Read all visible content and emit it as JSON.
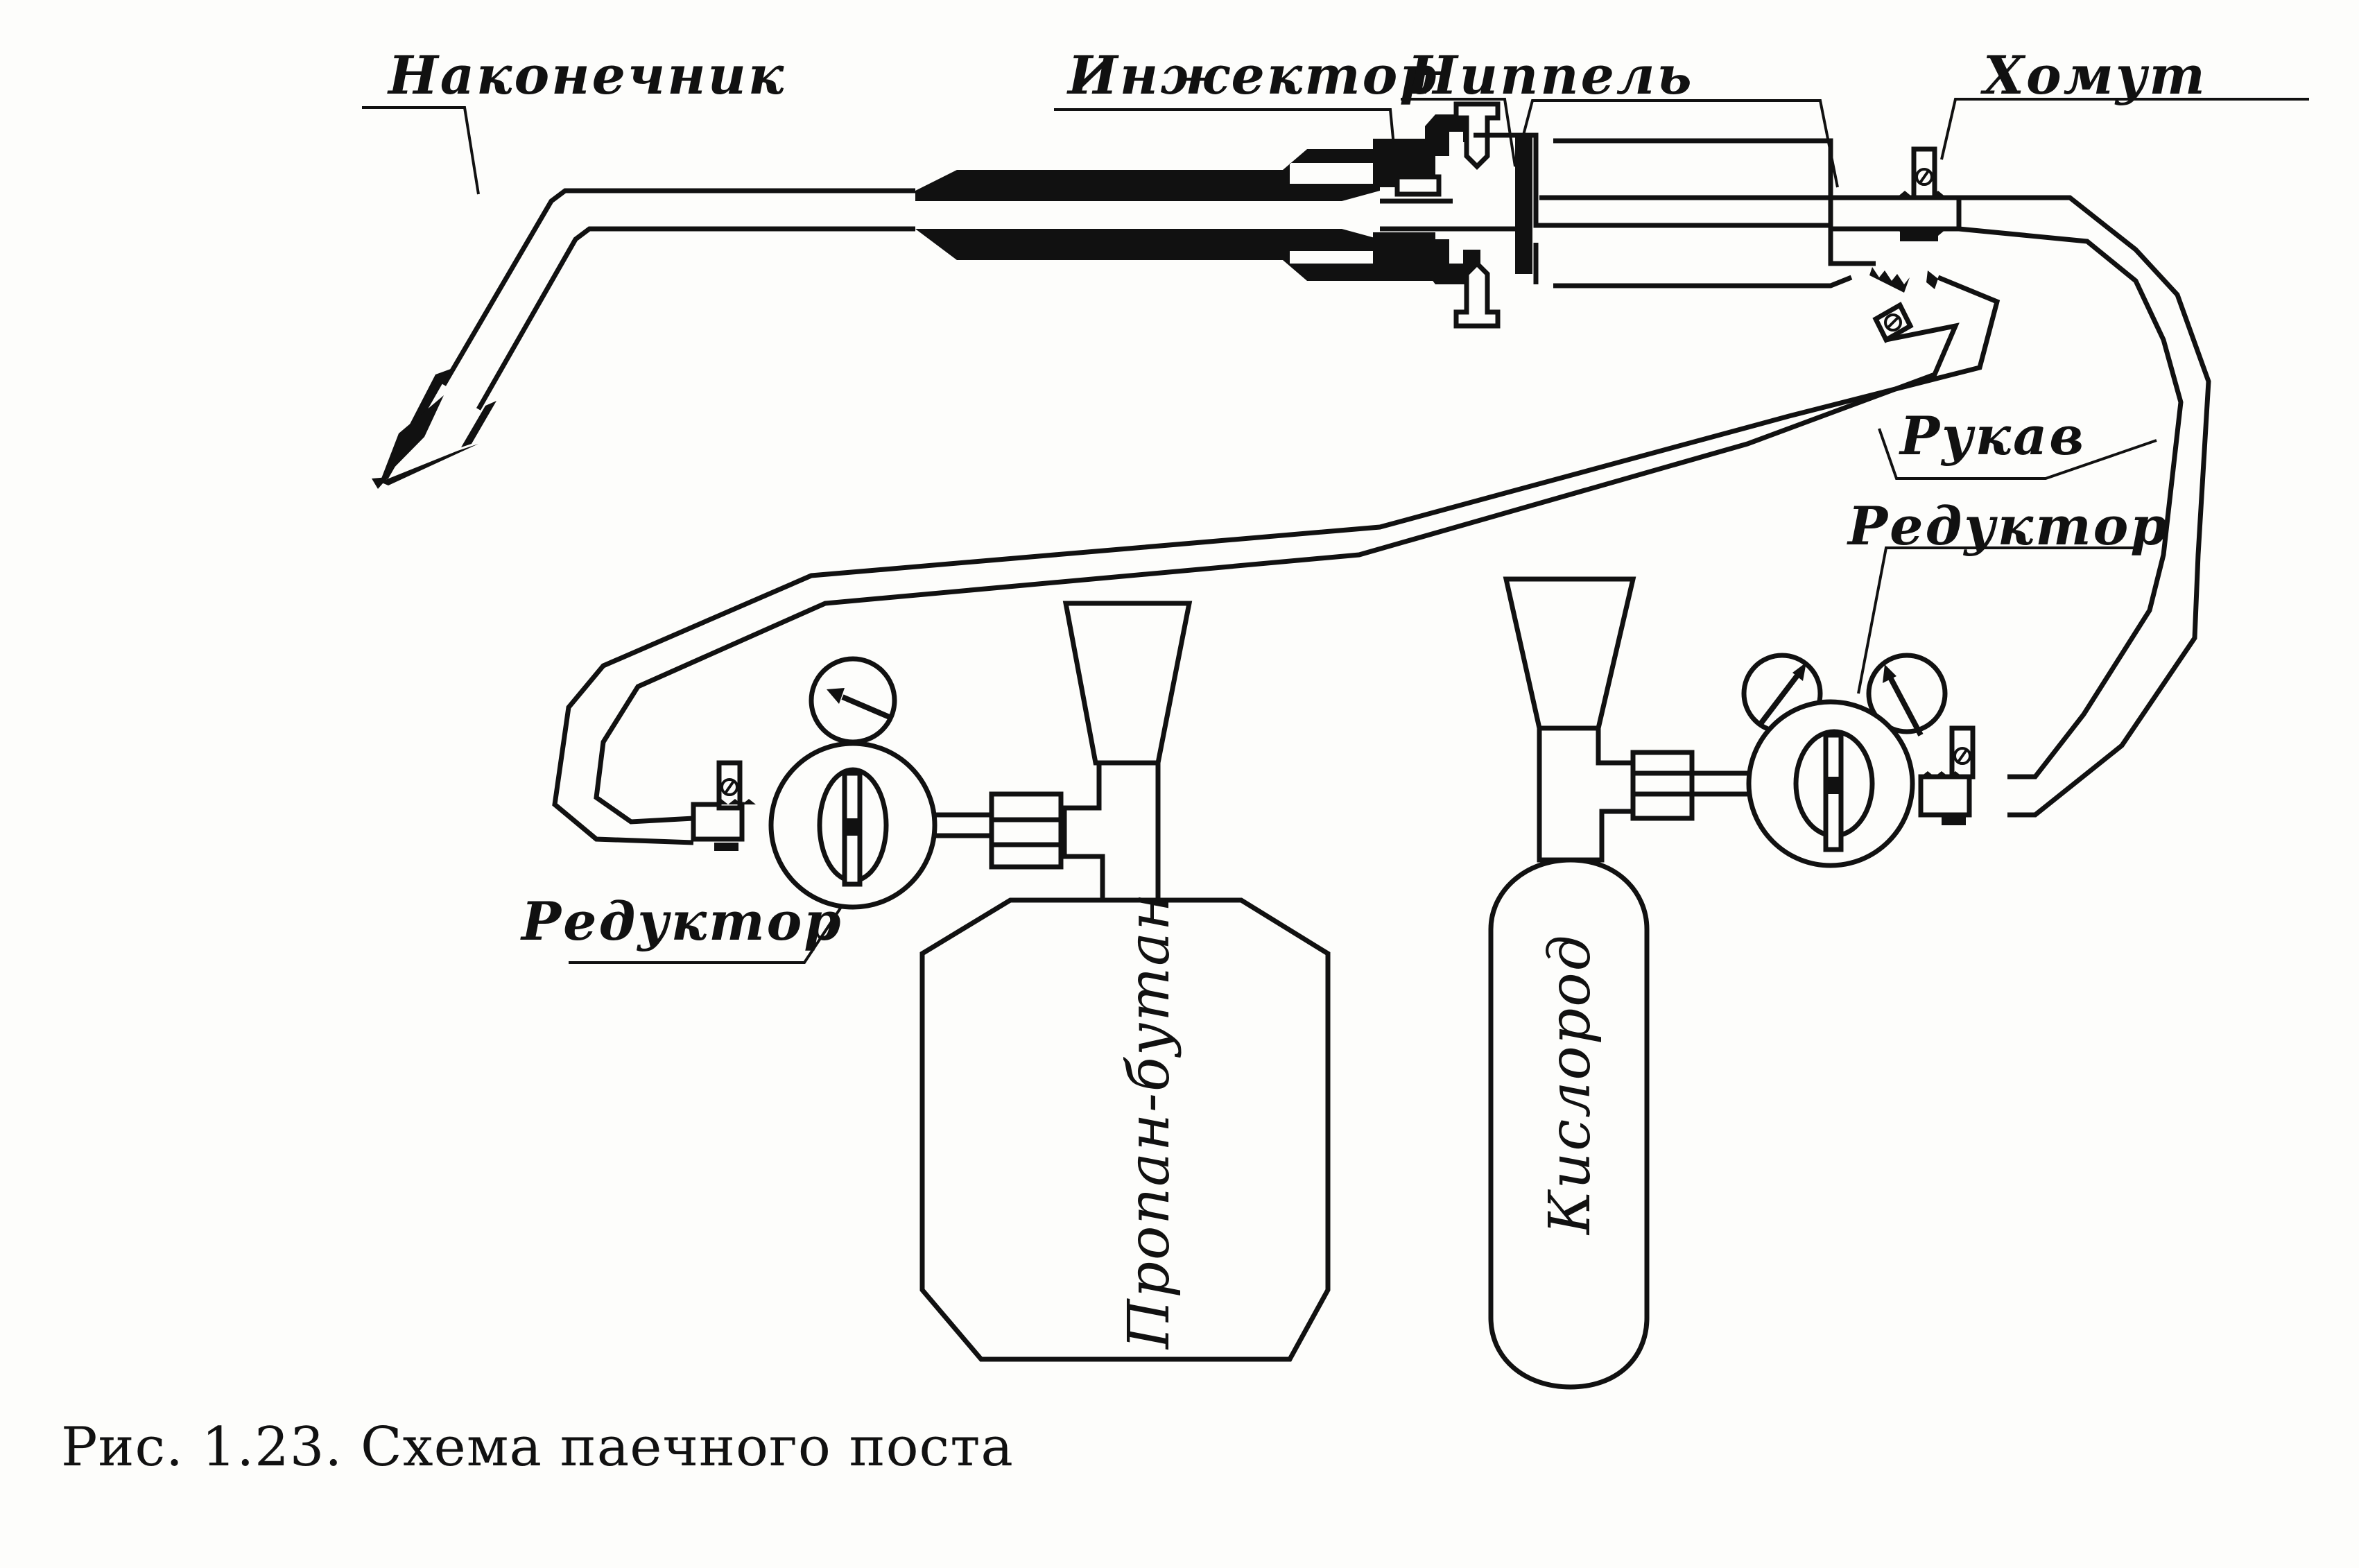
{
  "figure": {
    "caption": "Рис. 1.23. Схема паечного поста",
    "labels": {
      "tip": "Наконечник",
      "injector": "Инжектор",
      "nipple": "Ниппель",
      "clamp": "Хомут",
      "hose": "Рукав",
      "reducer_right": "Редуктор",
      "reducer_left": "Редуктор",
      "propane_cylinder": "Пропан-бутан",
      "oxygen_cylinder": "Кислород"
    },
    "components": [
      {
        "id": "tip",
        "name": "Наконечник"
      },
      {
        "id": "injector",
        "name": "Инжектор"
      },
      {
        "id": "nipple",
        "name": "Ниппель"
      },
      {
        "id": "clamp",
        "name": "Хомут"
      },
      {
        "id": "hose",
        "name": "Рукав"
      },
      {
        "id": "reducer-propane",
        "name": "Редуктор",
        "gauges": 1
      },
      {
        "id": "reducer-oxygen",
        "name": "Редуктор",
        "gauges": 2
      },
      {
        "id": "cylinder-propane",
        "name": "Пропан-бутан"
      },
      {
        "id": "cylinder-oxygen",
        "name": "Кислород"
      }
    ],
    "colors": {
      "ink": "#111111",
      "paper": "#fdfdfb"
    }
  }
}
